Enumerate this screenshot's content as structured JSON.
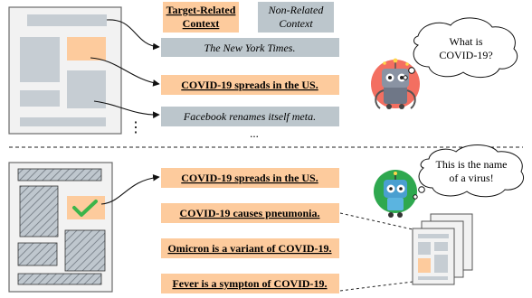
{
  "legend": {
    "target_line1": "Target-Related",
    "target_line2": "Context",
    "nonrelated_line1": "Non-Related",
    "nonrelated_line2": "Context"
  },
  "top": {
    "items": [
      {
        "text": "The New York Times.",
        "kind": "non-related"
      },
      {
        "text": "COVID-19 spreads in the US.",
        "kind": "target-related"
      },
      {
        "text": "Facebook renames itself meta.",
        "kind": "non-related"
      }
    ],
    "ellipsis": "...",
    "side_dots": "⋮",
    "bubble_line1": "What is",
    "bubble_line2": "COVID-19?"
  },
  "bottom": {
    "items": [
      {
        "text": "COVID-19 spreads in the US.",
        "kind": "target-related"
      },
      {
        "text": "COVID-19 causes pneumonia.",
        "kind": "target-related"
      },
      {
        "text": "Omicron is a variant of COVID-19.",
        "kind": "target-related"
      },
      {
        "text": "Fever is a sympton of COVID-19.",
        "kind": "target-related"
      }
    ],
    "bubble_line1": "This is the name",
    "bubble_line2": "of a virus!"
  },
  "colors": {
    "target": "#FDCB9D",
    "nonrelated": "#BCC6CC",
    "doc_fill": "#F2F2F2",
    "doc_block": "#C6CDD3",
    "check": "#3BB54A",
    "robot_top_body": "#6F7787",
    "robot_top_bg": "#F36F61",
    "robot_bottom_bg": "#2FA84F",
    "robot_bottom_body": "#4A9FD0"
  }
}
